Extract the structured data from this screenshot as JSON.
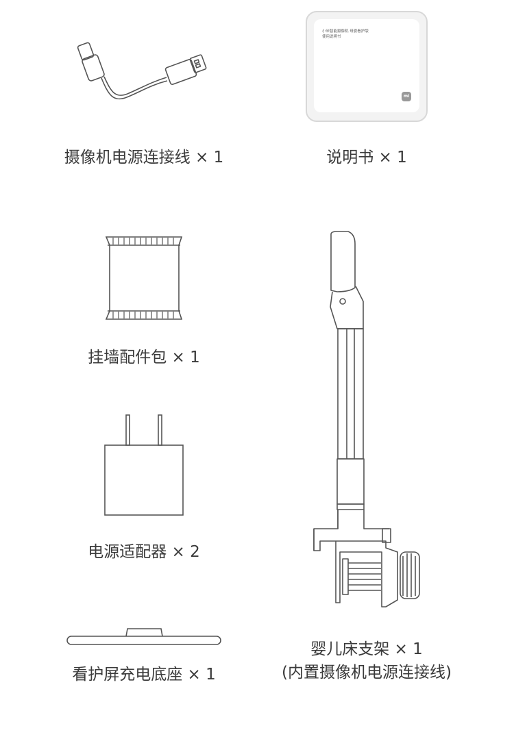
{
  "items": {
    "cable": {
      "label": "摄像机电源连接线 × 1"
    },
    "manual": {
      "label": "说明书 × 1",
      "title_line1": "小米智能摄像机 母婴看护版",
      "title_line2": "使用说明书",
      "logo": "mi"
    },
    "wall_kit": {
      "label": "挂墙配件包 × 1"
    },
    "adapter": {
      "label": "电源适配器 × 2"
    },
    "base": {
      "label": "看护屏充电底座 × 1"
    },
    "crib_stand": {
      "label_line1": "婴儿床支架 × 1",
      "label_line2": "(内置摄像机电源连接线)"
    }
  }
}
